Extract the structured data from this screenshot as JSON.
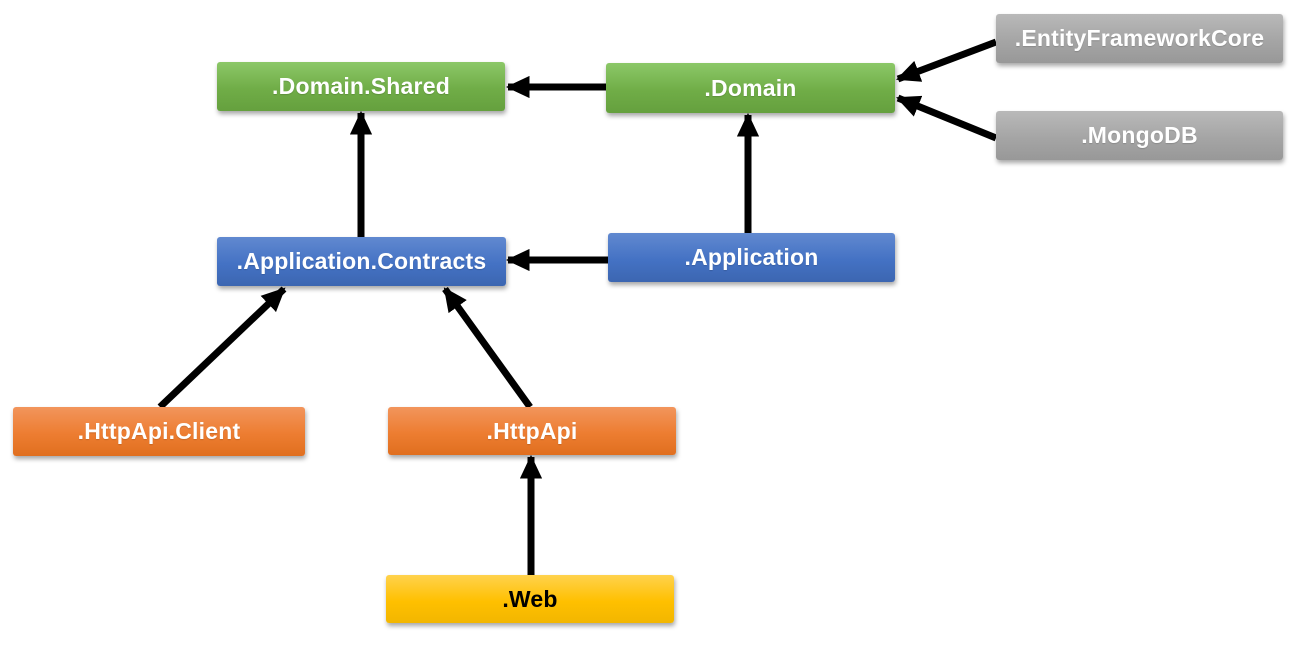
{
  "diagram": {
    "type": "dependency-diagram",
    "background_color": "#ffffff",
    "arrow_color": "#000000",
    "colors": {
      "green": "#70ad47",
      "blue": "#4472c4",
      "orange": "#ed7d31",
      "gray": "#a5a5a5",
      "yellow": "#ffc000",
      "label_text": "#ffffff",
      "web_label_text": "#000000"
    },
    "nodes": {
      "domain_shared": {
        "label": ".Domain.Shared",
        "color": "#70ad47"
      },
      "domain": {
        "label": ".Domain",
        "color": "#70ad47"
      },
      "efcore": {
        "label": ".EntityFrameworkCore",
        "color": "#a5a5a5"
      },
      "mongodb": {
        "label": ".MongoDB",
        "color": "#a5a5a5"
      },
      "app_contracts": {
        "label": ".Application.Contracts",
        "color": "#4472c4"
      },
      "application": {
        "label": ".Application",
        "color": "#4472c4"
      },
      "httpapi_client": {
        "label": ".HttpApi.Client",
        "color": "#ed7d31"
      },
      "httpapi": {
        "label": ".HttpApi",
        "color": "#ed7d31"
      },
      "web": {
        "label": ".Web",
        "color": "#ffc000"
      }
    },
    "edges": [
      {
        "from": "domain",
        "to": "domain_shared"
      },
      {
        "from": "efcore",
        "to": "domain"
      },
      {
        "from": "mongodb",
        "to": "domain"
      },
      {
        "from": "application",
        "to": "domain"
      },
      {
        "from": "application",
        "to": "app_contracts"
      },
      {
        "from": "app_contracts",
        "to": "domain_shared"
      },
      {
        "from": "httpapi_client",
        "to": "app_contracts"
      },
      {
        "from": "httpapi",
        "to": "app_contracts"
      },
      {
        "from": "web",
        "to": "httpapi"
      }
    ]
  }
}
